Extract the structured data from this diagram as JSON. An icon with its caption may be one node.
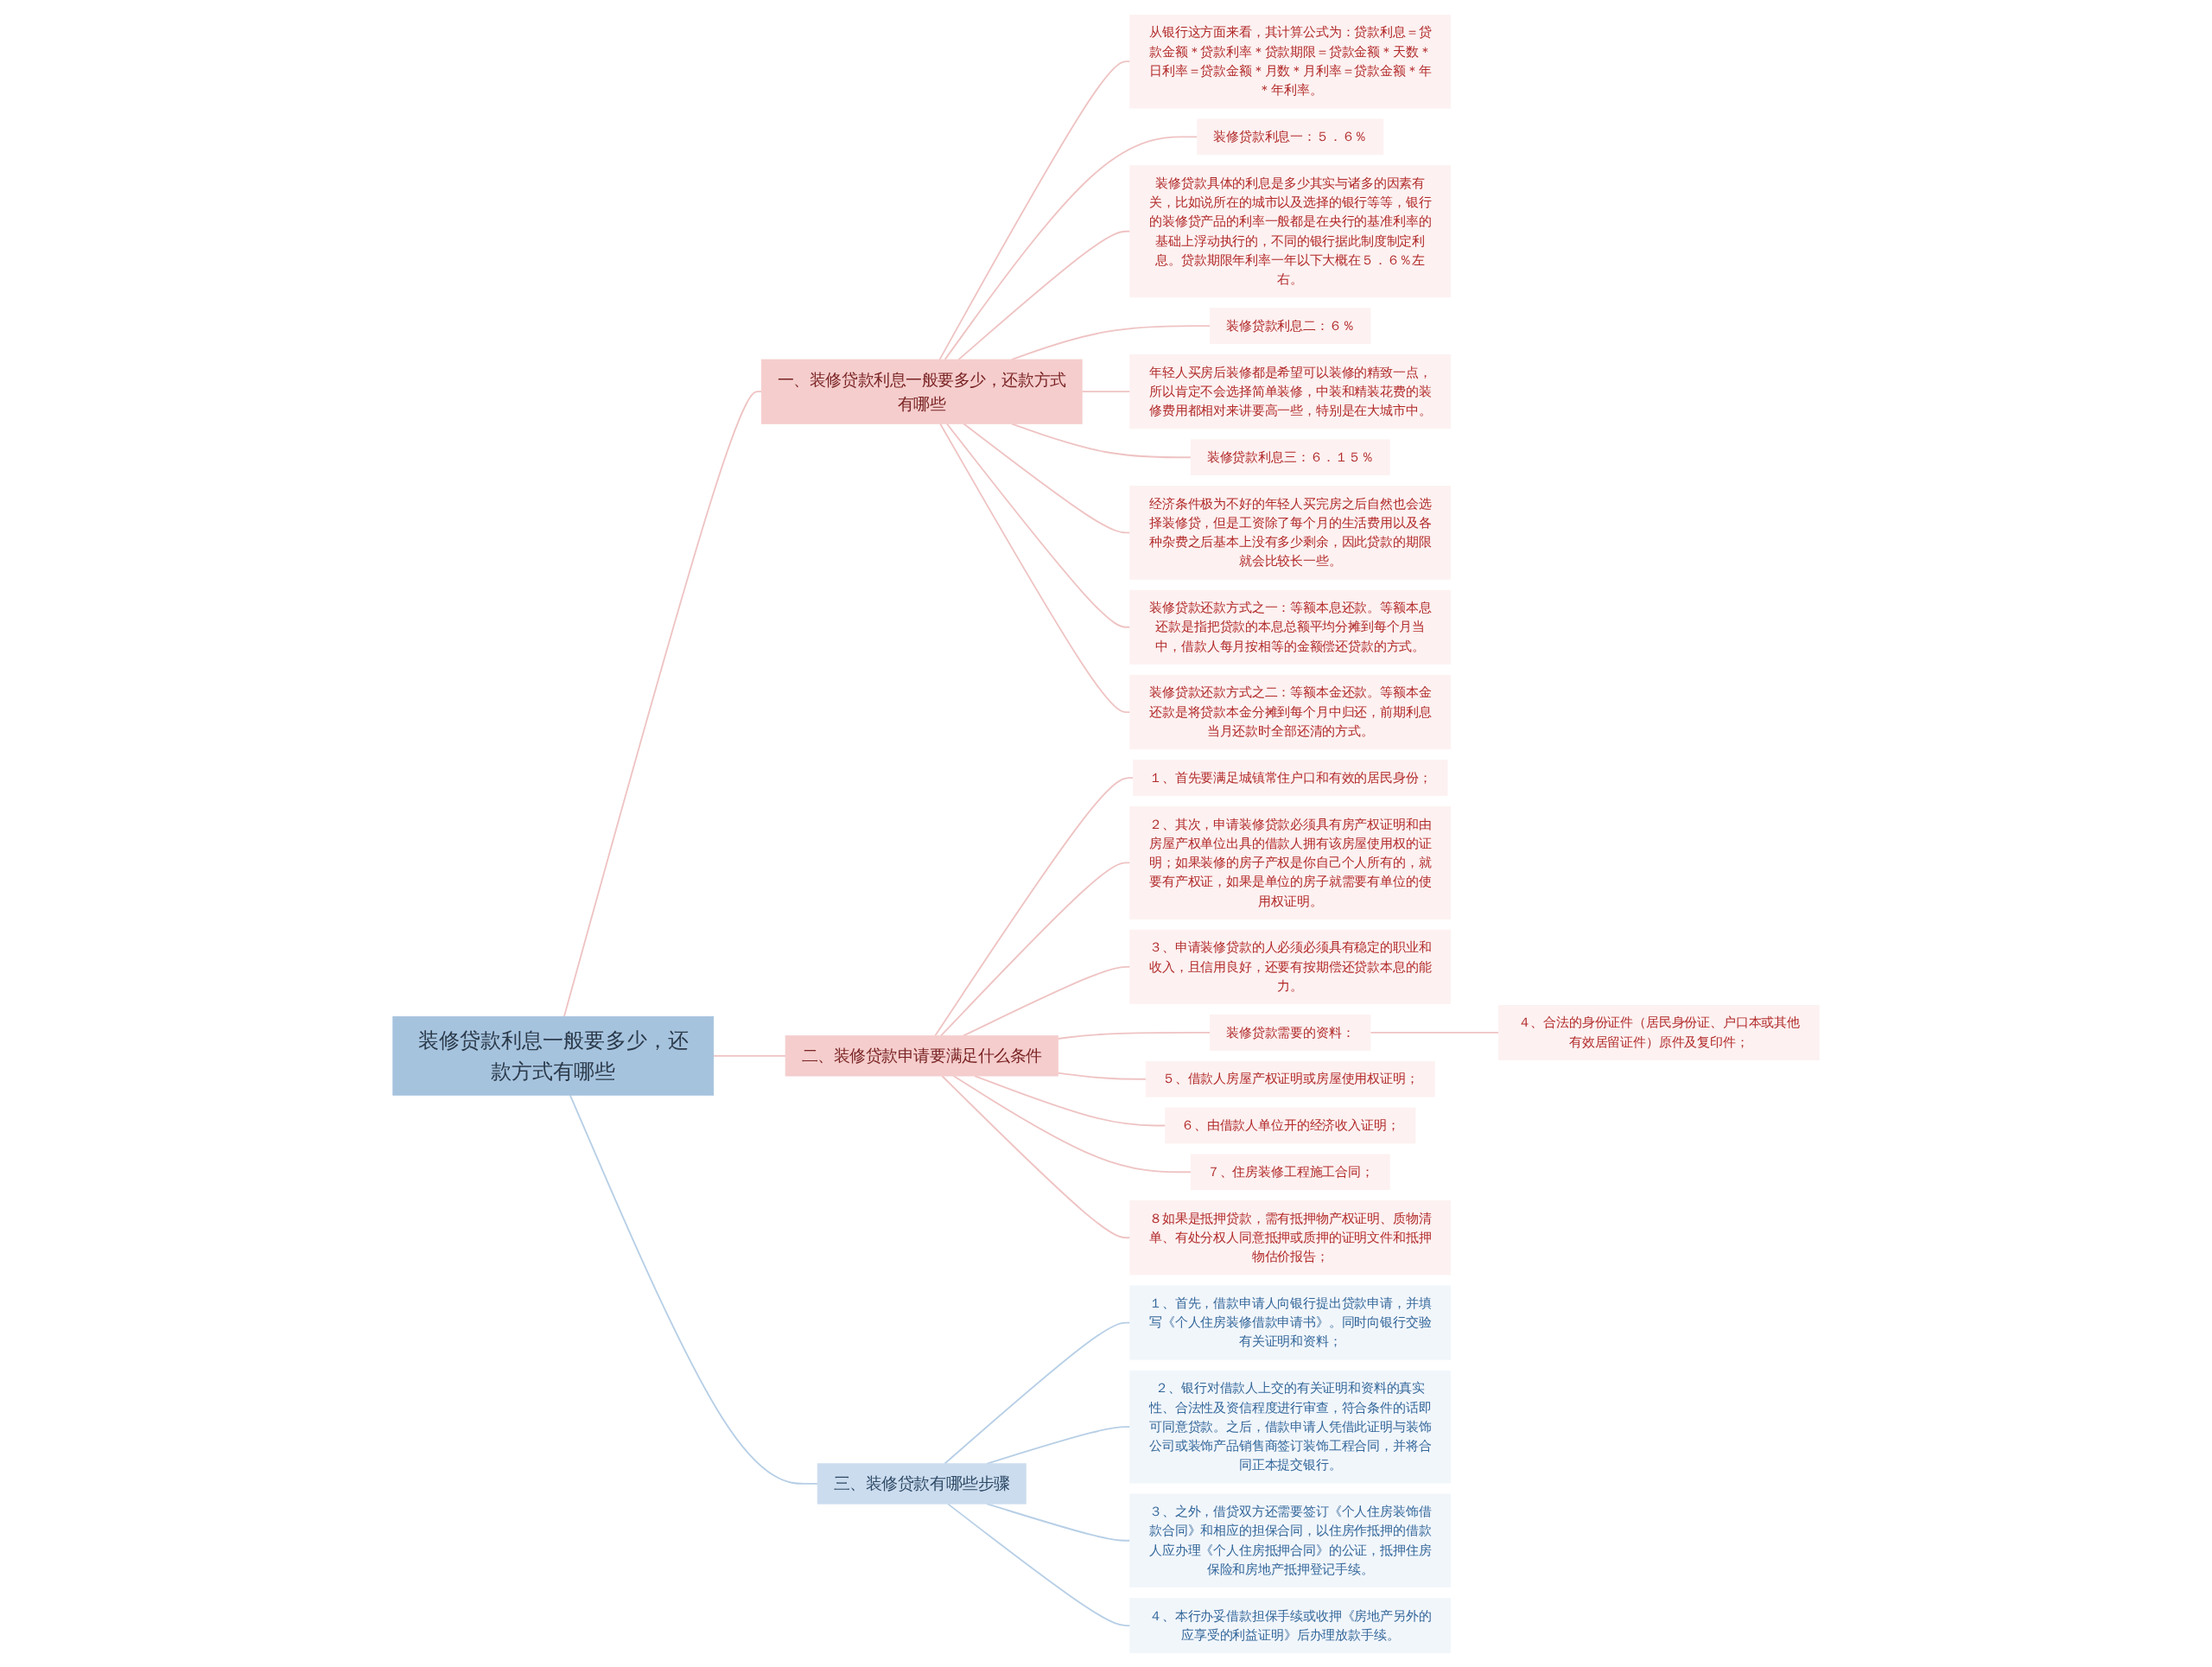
{
  "diagram": {
    "nodes": [
      {
        "text": [
          "装修贷款利息一般要多少，还款方式有哪些"
        ]
      },
      {
        "text": [
          "一、装修贷款利息一般要多少，还款方式有哪些"
        ]
      },
      {
        "text": [
          "从银行这方面来看，其计算公式为：贷款利息＝贷款金额＊贷款利率＊贷款期限＝贷款金额＊天数＊日利率＝贷款金额＊月数＊月利率＝贷款金额＊年＊年利率。"
        ]
      },
      {
        "text": [
          "装修贷款利息一：５．６％"
        ]
      },
      {
        "text": [
          "装修贷款具体的利息是多少其实与诸多的因素有关，比如说所在的城市以及选择的银行等等，银行的装修贷产品的利率一般都是在央行的基准利率的基础上浮动执行的，不同的银行据此制度制定利息。贷款期限年利率一年以下大概在５．６％左右。"
        ]
      },
      {
        "text": [
          "装修贷款利息二：６％"
        ]
      },
      {
        "text": [
          "年轻人买房后装修都是希望可以装修的精致一点，所以肯定不会选择简单装修，中装和精装花费的装修费用都相对来讲要高一些，特别是在大城市中。"
        ]
      },
      {
        "text": [
          "装修贷款利息三：６．１５％"
        ]
      },
      {
        "text": [
          "经济条件极为不好的年轻人买完房之后自然也会选择装修贷，但是工资除了每个月的生活费用以及各种杂费之后基本上没有多少剩余，因此贷款的期限就会比较长一些。"
        ]
      },
      {
        "text": [
          "装修贷款还款方式之一：等额本息还款。等额本息还款是指把贷款的本息总额平均分摊到每个月当中，借款人每月按相等的金额偿还贷款的方式。"
        ]
      },
      {
        "text": [
          "装修贷款还款方式之二：等额本金还款。等额本金还款是将贷款本金分摊到每个月中归还，前期利息当月还款时全部还清的方式。"
        ]
      },
      {
        "text": [
          "二、装修贷款申请要满足什么条件"
        ]
      },
      {
        "text": [
          "１、首先要满足城镇常住户口和有效的居民身份；"
        ]
      },
      {
        "text": [
          "２、其次，申请装修贷款必须具有房产权证明和由房屋产权单位出具的借款人拥有该房屋使用权的证明；如果装修的房子产权是你自己个人所有的，就要有产权证，如果是单位的房子就需要有单位的使用权证明。"
        ]
      },
      {
        "text": [
          "３、申请装修贷款的人必须必须具有稳定的职业和收入，且信用良好，还要有按期偿还贷款本息的能力。"
        ]
      },
      {
        "text": [
          "装修贷款需要的资料："
        ]
      },
      {
        "text": [
          "４、合法的身份证件（居民身份证、户口本或其他有效居留证件）原件及复印件；"
        ]
      },
      {
        "text": [
          "５、借款人房屋产权证明或房屋使用权证明；"
        ]
      },
      {
        "text": [
          "６、由借款人单位开的经济收入证明；"
        ]
      },
      {
        "text": [
          "７、住房装修工程施工合同；"
        ]
      },
      {
        "text": [
          "８如果是抵押贷款，需有抵押物产权证明、质物清单、有处分权人同意抵押或质押的证明文件和抵押物估价报告；"
        ]
      },
      {
        "text": [
          "三、装修贷款有哪些步骤"
        ]
      },
      {
        "text": [
          "１、首先，借款申请人向银行提出贷款申请，并填写《个人住房装修借款申请书》。同时向银行交验有关证明和资料；"
        ]
      },
      {
        "text": [
          "２、银行对借款人上交的有关证明和资料的真实性、合法性及资信程度进行审查，符合条件的话即可同意贷款。之后，借款申请人凭借此证明与装饰公司或装饰产品销售商签订装饰工程合同，并将合同正本提交银行。"
        ]
      },
      {
        "text": [
          "３、之外，借贷双方还需要签订《个人住房装饰借款合同》和相应的担保合同，以住房作抵押的借款人应办理《个人住房抵押合同》的公证，抵押住房保险和房地产抵押登记手续。"
        ]
      },
      {
        "text": [
          "４、本行办妥借款担保手续或收押《房地产另外的应享受的利益证明》后办理放款手续。"
        ]
      }
    ],
    "edges": [
      {
        "from": 0,
        "to": 1,
        "arrow": "none"
      },
      {
        "from": 1,
        "to": 2,
        "arrow": "none"
      },
      {
        "from": 1,
        "to": 3,
        "arrow": "none"
      },
      {
        "from": 1,
        "to": 4,
        "arrow": "none"
      },
      {
        "from": 1,
        "to": 5,
        "arrow": "none"
      },
      {
        "from": 1,
        "to": 6,
        "arrow": "none"
      },
      {
        "from": 1,
        "to": 7,
        "arrow": "none"
      },
      {
        "from": 1,
        "to": 8,
        "arrow": "none"
      },
      {
        "from": 1,
        "to": 9,
        "arrow": "none"
      },
      {
        "from": 1,
        "to": 10,
        "arrow": "none"
      },
      {
        "from": 0,
        "to": 11,
        "arrow": "none"
      },
      {
        "from": 11,
        "to": 12,
        "arrow": "none"
      },
      {
        "from": 11,
        "to": 13,
        "arrow": "none"
      },
      {
        "from": 11,
        "to": 14,
        "arrow": "none"
      },
      {
        "from": 11,
        "to": 15,
        "arrow": "none"
      },
      {
        "from": 15,
        "to": 16,
        "arrow": "none"
      },
      {
        "from": 11,
        "to": 17,
        "arrow": "none"
      },
      {
        "from": 11,
        "to": 18,
        "arrow": "none"
      },
      {
        "from": 11,
        "to": 19,
        "arrow": "none"
      },
      {
        "from": 11,
        "to": 20,
        "arrow": "none"
      },
      {
        "from": 0,
        "to": 21,
        "arrow": "none",
        "color": "#b7cfe6"
      },
      {
        "from": 21,
        "to": 22,
        "arrow": "none",
        "color": "#b7cfe6"
      },
      {
        "from": 21,
        "to": 23,
        "arrow": "none",
        "color": "#b7cfe6"
      },
      {
        "from": 21,
        "to": 24,
        "arrow": "none",
        "color": "#b7cfe6"
      },
      {
        "from": 21,
        "to": 25,
        "arrow": "none",
        "color": "#b7cfe6"
      }
    ]
  }
}
